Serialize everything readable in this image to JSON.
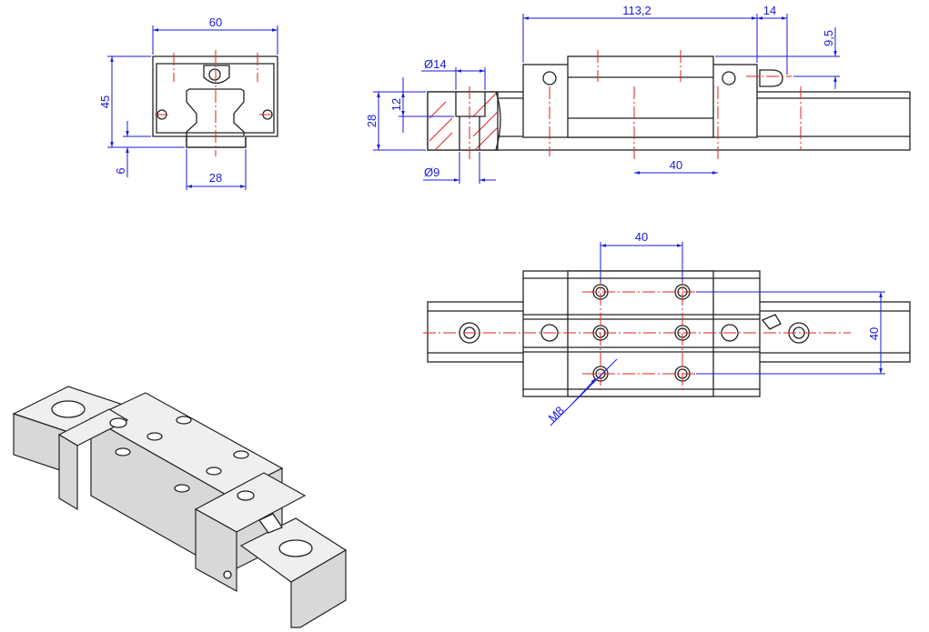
{
  "front_view": {
    "dims": {
      "width": "60",
      "height": "45",
      "clearance": "6",
      "rail_width": "28"
    }
  },
  "side_view": {
    "dims": {
      "length": "113,2",
      "nipple_length": "14",
      "nipple_height": "9,5",
      "counterbore_dia": "Ø14",
      "counterbore_depth": "12",
      "rail_height": "28",
      "hole_dia": "Ø9",
      "hole_spacing": "40"
    }
  },
  "top_view": {
    "dims": {
      "hole_spacing_x": "40",
      "hole_spacing_y": "40",
      "thread": "M8"
    }
  },
  "colors": {
    "outline": "#222222",
    "center_line": "#e02020",
    "dimension": "#1a1adf"
  }
}
